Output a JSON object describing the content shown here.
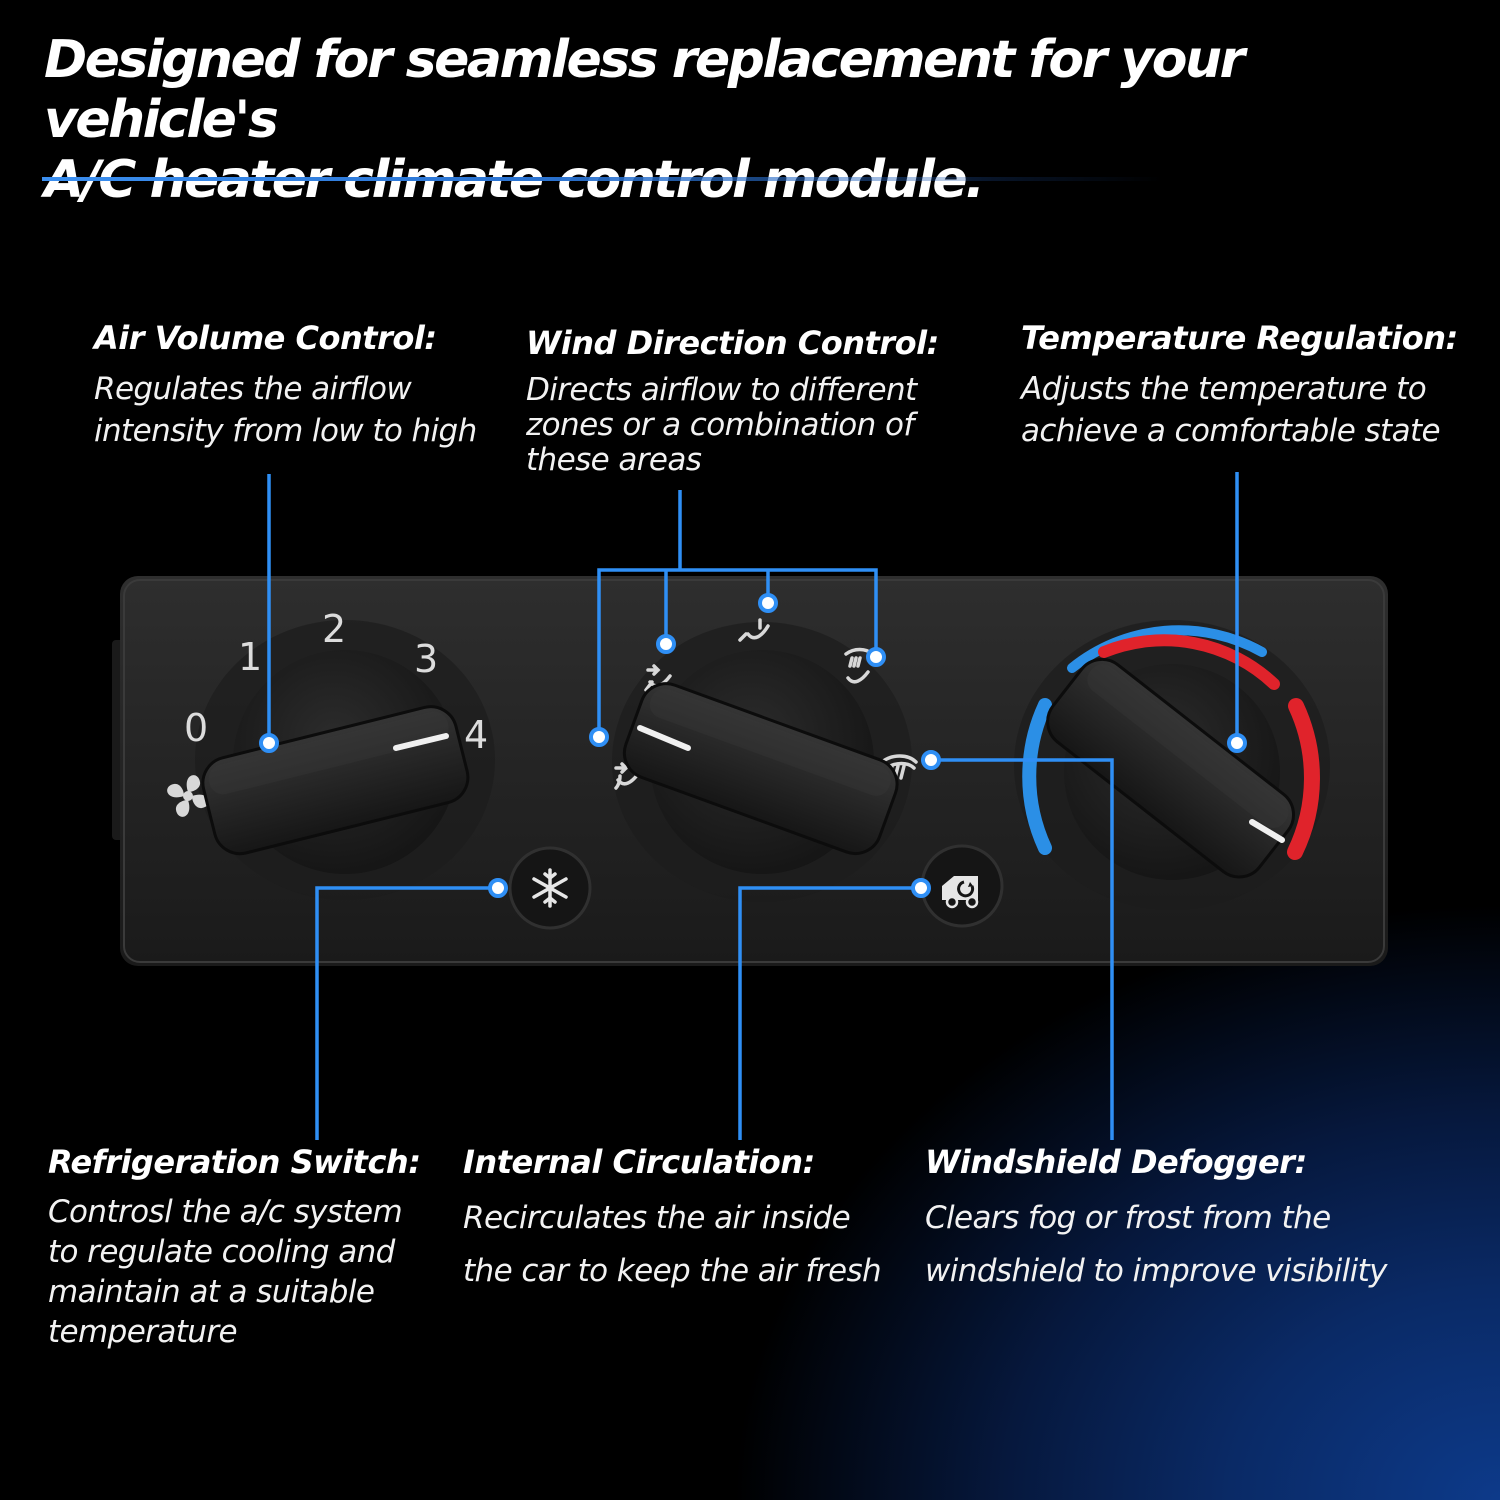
{
  "headline": {
    "line1": "Designed for seamless replacement for your vehicle's",
    "line2": "A/C heater climate control module."
  },
  "callouts": {
    "air_volume": {
      "title": "Air Volume Control:",
      "lines": [
        "Regulates the airflow",
        "intensity from low to high"
      ]
    },
    "wind_direction": {
      "title": "Wind Direction Control:",
      "lines": [
        "Directs airflow to different",
        "zones or a combination of",
        "these areas"
      ]
    },
    "temperature": {
      "title": "Temperature Regulation:",
      "lines": [
        "Adjusts the temperature to",
        "achieve a comfortable state"
      ]
    },
    "refrigeration": {
      "title": "Refrigeration Switch:",
      "lines": [
        "Controsl the a/c system",
        "to regulate cooling and",
        "maintain at a suitable",
        "temperature"
      ]
    },
    "internal_circulation": {
      "title": "Internal Circulation:",
      "lines": [
        "Recirculates the air inside",
        "the car to keep the air fresh"
      ]
    },
    "windshield": {
      "title": "Windshield Defogger:",
      "lines": [
        "Clears fog or frost from the",
        "windshield to improve visibility"
      ]
    }
  },
  "fan_scale": [
    "0",
    "1",
    "2",
    "3",
    "4"
  ],
  "icons": {
    "fan": "fan-icon",
    "ac": "snowflake-icon",
    "recirculation": "recirculation-icon",
    "defrost": "defrost-icon"
  },
  "colors": {
    "accent": "#2f8ff5",
    "cold": "#2b8fe6",
    "hot": "#e0232b",
    "panel": "#222222",
    "knob": "#1e1e1e"
  }
}
